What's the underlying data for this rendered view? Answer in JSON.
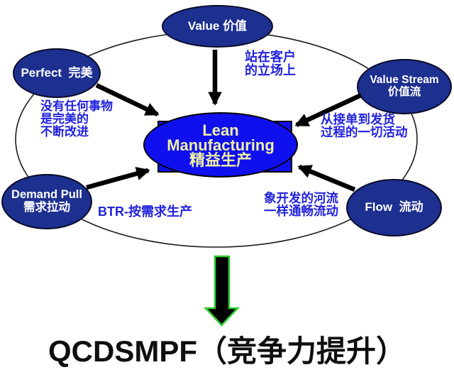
{
  "center": {
    "en1": "Lean",
    "en2": "Manufacturing",
    "cn": "精益生产"
  },
  "nodes": {
    "value": {
      "label": "Value 价值",
      "note": "站在客户\n的立场上"
    },
    "perfect": {
      "label": "Perfect  完美",
      "note": "没有任何事物\n是完美的\n不断改进"
    },
    "value_stream": {
      "label": "Value Stream\n价值流",
      "note": "从接单到发货\n过程的一切活动"
    },
    "demand_pull": {
      "label": "Demand Pull\n需求拉动",
      "note": "BTR-按需求生产"
    },
    "flow": {
      "label": "Flow  流动",
      "note": "象开发的河流\n一样通畅流动"
    }
  },
  "title": {
    "text": "QCDSMPF（竞争力提升）"
  },
  "colors": {
    "node_fill": "#1d3090",
    "node_border": "#0a0a28",
    "center_fill": "#1010ee",
    "center_text": "#eeefa4",
    "note_text": "#2222dd",
    "arrow_black": "#000000",
    "arrow_green": "#2ecc2e",
    "ring_stroke": "#1a1a1a",
    "title_color": "#0f0f0f"
  }
}
